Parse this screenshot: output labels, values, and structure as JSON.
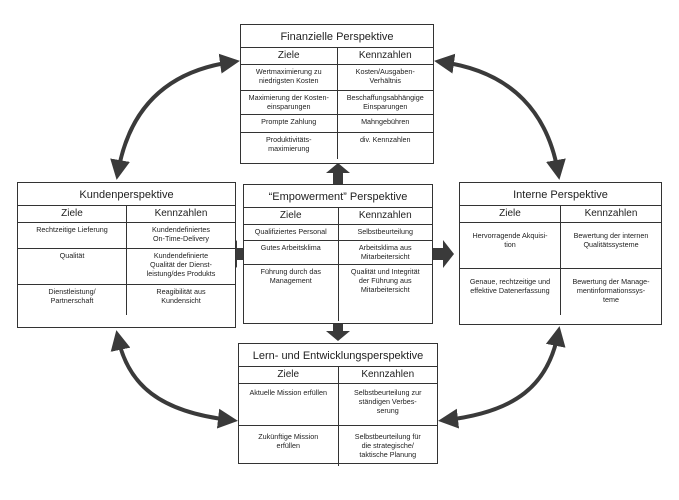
{
  "colors": {
    "line": "#333333",
    "arrow": "#3a3a3a",
    "background": "#ffffff"
  },
  "diagram": {
    "finanziell": {
      "title": "Finanzielle Perspektive",
      "col_ziele": "Ziele",
      "col_kennzahlen": "Kennzahlen",
      "rows": [
        {
          "ziel": "Wertmaximierung zu\nniedrigsten Kosten",
          "kennzahl": "Kosten/Ausgaben-\nVerhältnis"
        },
        {
          "ziel": "Maximierung der Kosten-\neinsparungen",
          "kennzahl": "Beschaffungsabhängige\nEinsparungen"
        },
        {
          "ziel": "Prompte Zahlung",
          "kennzahl": "Mahngebühren"
        },
        {
          "ziel": "Produktivitäts-\nmaximierung",
          "kennzahl": "div. Kennzahlen"
        }
      ]
    },
    "kunden": {
      "title": "Kundenperspektive",
      "col_ziele": "Ziele",
      "col_kennzahlen": "Kennzahlen",
      "rows": [
        {
          "ziel": "Rechtzeitige Lieferung",
          "kennzahl": "Kundendefiniertes\nOn-Time-Delivery"
        },
        {
          "ziel": "Qualität",
          "kennzahl": "Kundendefinierte\nQualität der Dienst-\nleistung/des Produkts"
        },
        {
          "ziel": "Dienstleistung/\nPartnerschaft",
          "kennzahl": "Reagibilität aus\nKundensicht"
        }
      ]
    },
    "empowerment": {
      "title": "“Empowerment” Perspektive",
      "col_ziele": "Ziele",
      "col_kennzahlen": "Kennzahlen",
      "rows": [
        {
          "ziel": "Qualifiziertes Personal",
          "kennzahl": "Selbstbeurteilung"
        },
        {
          "ziel": "Gutes Arbeitsklima",
          "kennzahl": "Arbeitsklima aus\nMitarbeitersicht"
        },
        {
          "ziel": "Führung durch das\nManagement",
          "kennzahl": "Qualität und Integrität\nder Führung aus\nMitarbeitersicht"
        }
      ]
    },
    "intern": {
      "title": "Interne Perspektive",
      "col_ziele": "Ziele",
      "col_kennzahlen": "Kennzahlen",
      "rows": [
        {
          "ziel": "Hervorragende Akquisi-\ntion",
          "kennzahl": "Bewertung der internen\nQualitätssysteme"
        },
        {
          "ziel": "Genaue, rechtzeitige und\neffektive Datenerfassung",
          "kennzahl": "Bewertung der Manage-\nmentinformationssys-\nteme"
        }
      ]
    },
    "lernen": {
      "title": "Lern- und Entwicklungsperspektive",
      "col_ziele": "Ziele",
      "col_kennzahlen": "Kennzahlen",
      "rows": [
        {
          "ziel": "Aktuelle Mission erfüllen",
          "kennzahl": "Selbstbeurteilung zur\nständigen Verbes-\nserung"
        },
        {
          "ziel": "Zukünftige Mission\nerfüllen",
          "kennzahl": "Selbstbeurteilung für\ndie strategische/\ntaktische Planung"
        }
      ]
    }
  }
}
